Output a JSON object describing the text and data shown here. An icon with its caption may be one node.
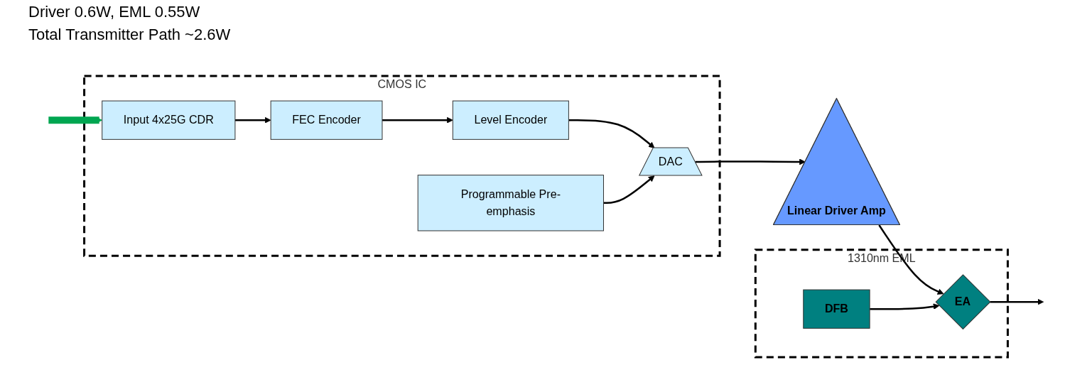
{
  "diagram": {
    "nodes": [
      {
        "text": [
          "CMOS IC"
        ]
      },
      {
        "text": [
          "Input 4x25G CDR"
        ],
        "in": 0
      },
      {
        "text": [
          "FEC Encoder"
        ],
        "in": 0
      },
      {
        "text": [
          "Level Encoder"
        ],
        "in": 0
      },
      {
        "text": [
          "Programmable Pre-emphasis"
        ],
        "in": 0
      },
      {
        "text": [
          "DAC"
        ],
        "in": 0
      },
      {
        "text": [
          "Linear Driver Amp"
        ]
      },
      {
        "text": [
          "1310nm EML"
        ]
      },
      {
        "text": [
          "DFB"
        ],
        "in": 7
      },
      {
        "text": [
          "EA"
        ],
        "in": 7
      }
    ],
    "edges": [
      {
        "from": null,
        "to": 1,
        "arrow": "to",
        "style": "thick",
        "color": "#00a651"
      },
      {
        "from": 1,
        "to": 2,
        "arrow": "to"
      },
      {
        "from": 2,
        "to": 3,
        "arrow": "to"
      },
      {
        "from": 3,
        "to": 5,
        "arrow": "to"
      },
      {
        "from": 4,
        "to": 5,
        "arrow": "to"
      },
      {
        "from": 5,
        "to": 6,
        "arrow": "to"
      },
      {
        "from": 6,
        "to": 9,
        "arrow": "to"
      },
      {
        "from": 8,
        "to": 9,
        "arrow": "to"
      },
      {
        "from": 9,
        "to": null,
        "arrow": "to"
      }
    ],
    "labels": [
      "Driver 0.6W, EML 0.55W",
      "Total Transmitter Path ~2.6W"
    ]
  }
}
